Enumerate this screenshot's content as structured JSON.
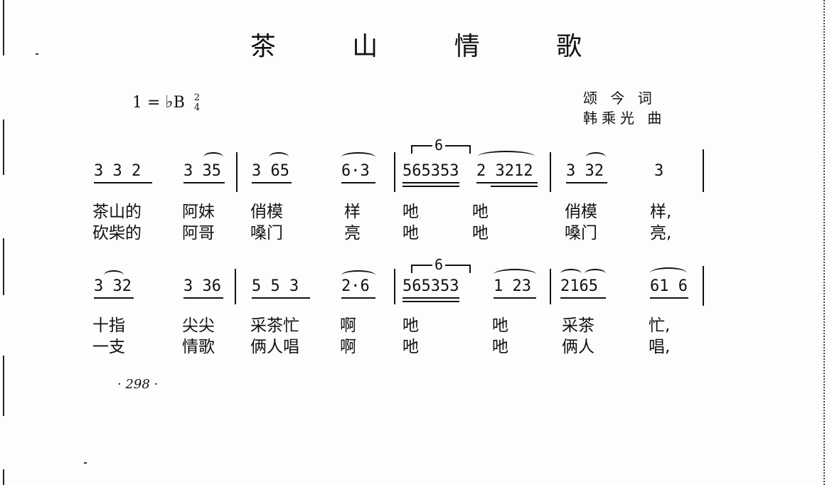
{
  "title": "茶 山 情 歌",
  "key": {
    "prefix": "1 = ",
    "flat": "♭",
    "note": "B",
    "time_num": "2",
    "time_den": "4"
  },
  "credits": {
    "lyricist": "颂 今 词",
    "composer": "韩乘光 曲"
  },
  "lines": [
    {
      "numbers": [
        {
          "text": "3 3 2",
          "group": "a"
        },
        {
          "text": "3 35",
          "group": "b"
        },
        {
          "text": "3 65",
          "group": "c"
        },
        {
          "text": "6·3",
          "group": "d"
        },
        {
          "text": "565353",
          "group": "e"
        },
        {
          "text": "2 3212",
          "group": "f"
        },
        {
          "text": "3 32",
          "group": "g"
        },
        {
          "text": "3",
          "group": "h"
        }
      ],
      "triplet": "6",
      "lyrics1": [
        "茶山的",
        "阿妹",
        "俏模",
        "样",
        "吔",
        "吔",
        "俏模",
        "样,"
      ],
      "lyrics2": [
        "砍柴的",
        "阿哥",
        "嗓门",
        "亮",
        "吔",
        "吔",
        "嗓门",
        "亮,"
      ]
    },
    {
      "numbers": [
        {
          "text": "3 32",
          "group": "a"
        },
        {
          "text": "3 36",
          "group": "b"
        },
        {
          "text": "5 5 3",
          "group": "c"
        },
        {
          "text": "2·6",
          "group": "d"
        },
        {
          "text": "565353",
          "group": "e"
        },
        {
          "text": "1 23",
          "group": "f"
        },
        {
          "text": "2165",
          "group": "g"
        },
        {
          "text": "61 6",
          "group": "h"
        }
      ],
      "triplet": "6",
      "lyrics1": [
        "十指",
        "尖尖",
        "采茶忙",
        "啊",
        "吔",
        "吔",
        "采茶",
        "忙,"
      ],
      "lyrics2": [
        "一支",
        "情歌",
        "俩人唱",
        "啊",
        "吔",
        "吔",
        "俩人",
        "唱,"
      ]
    }
  ],
  "page_number": "· 298 ·"
}
